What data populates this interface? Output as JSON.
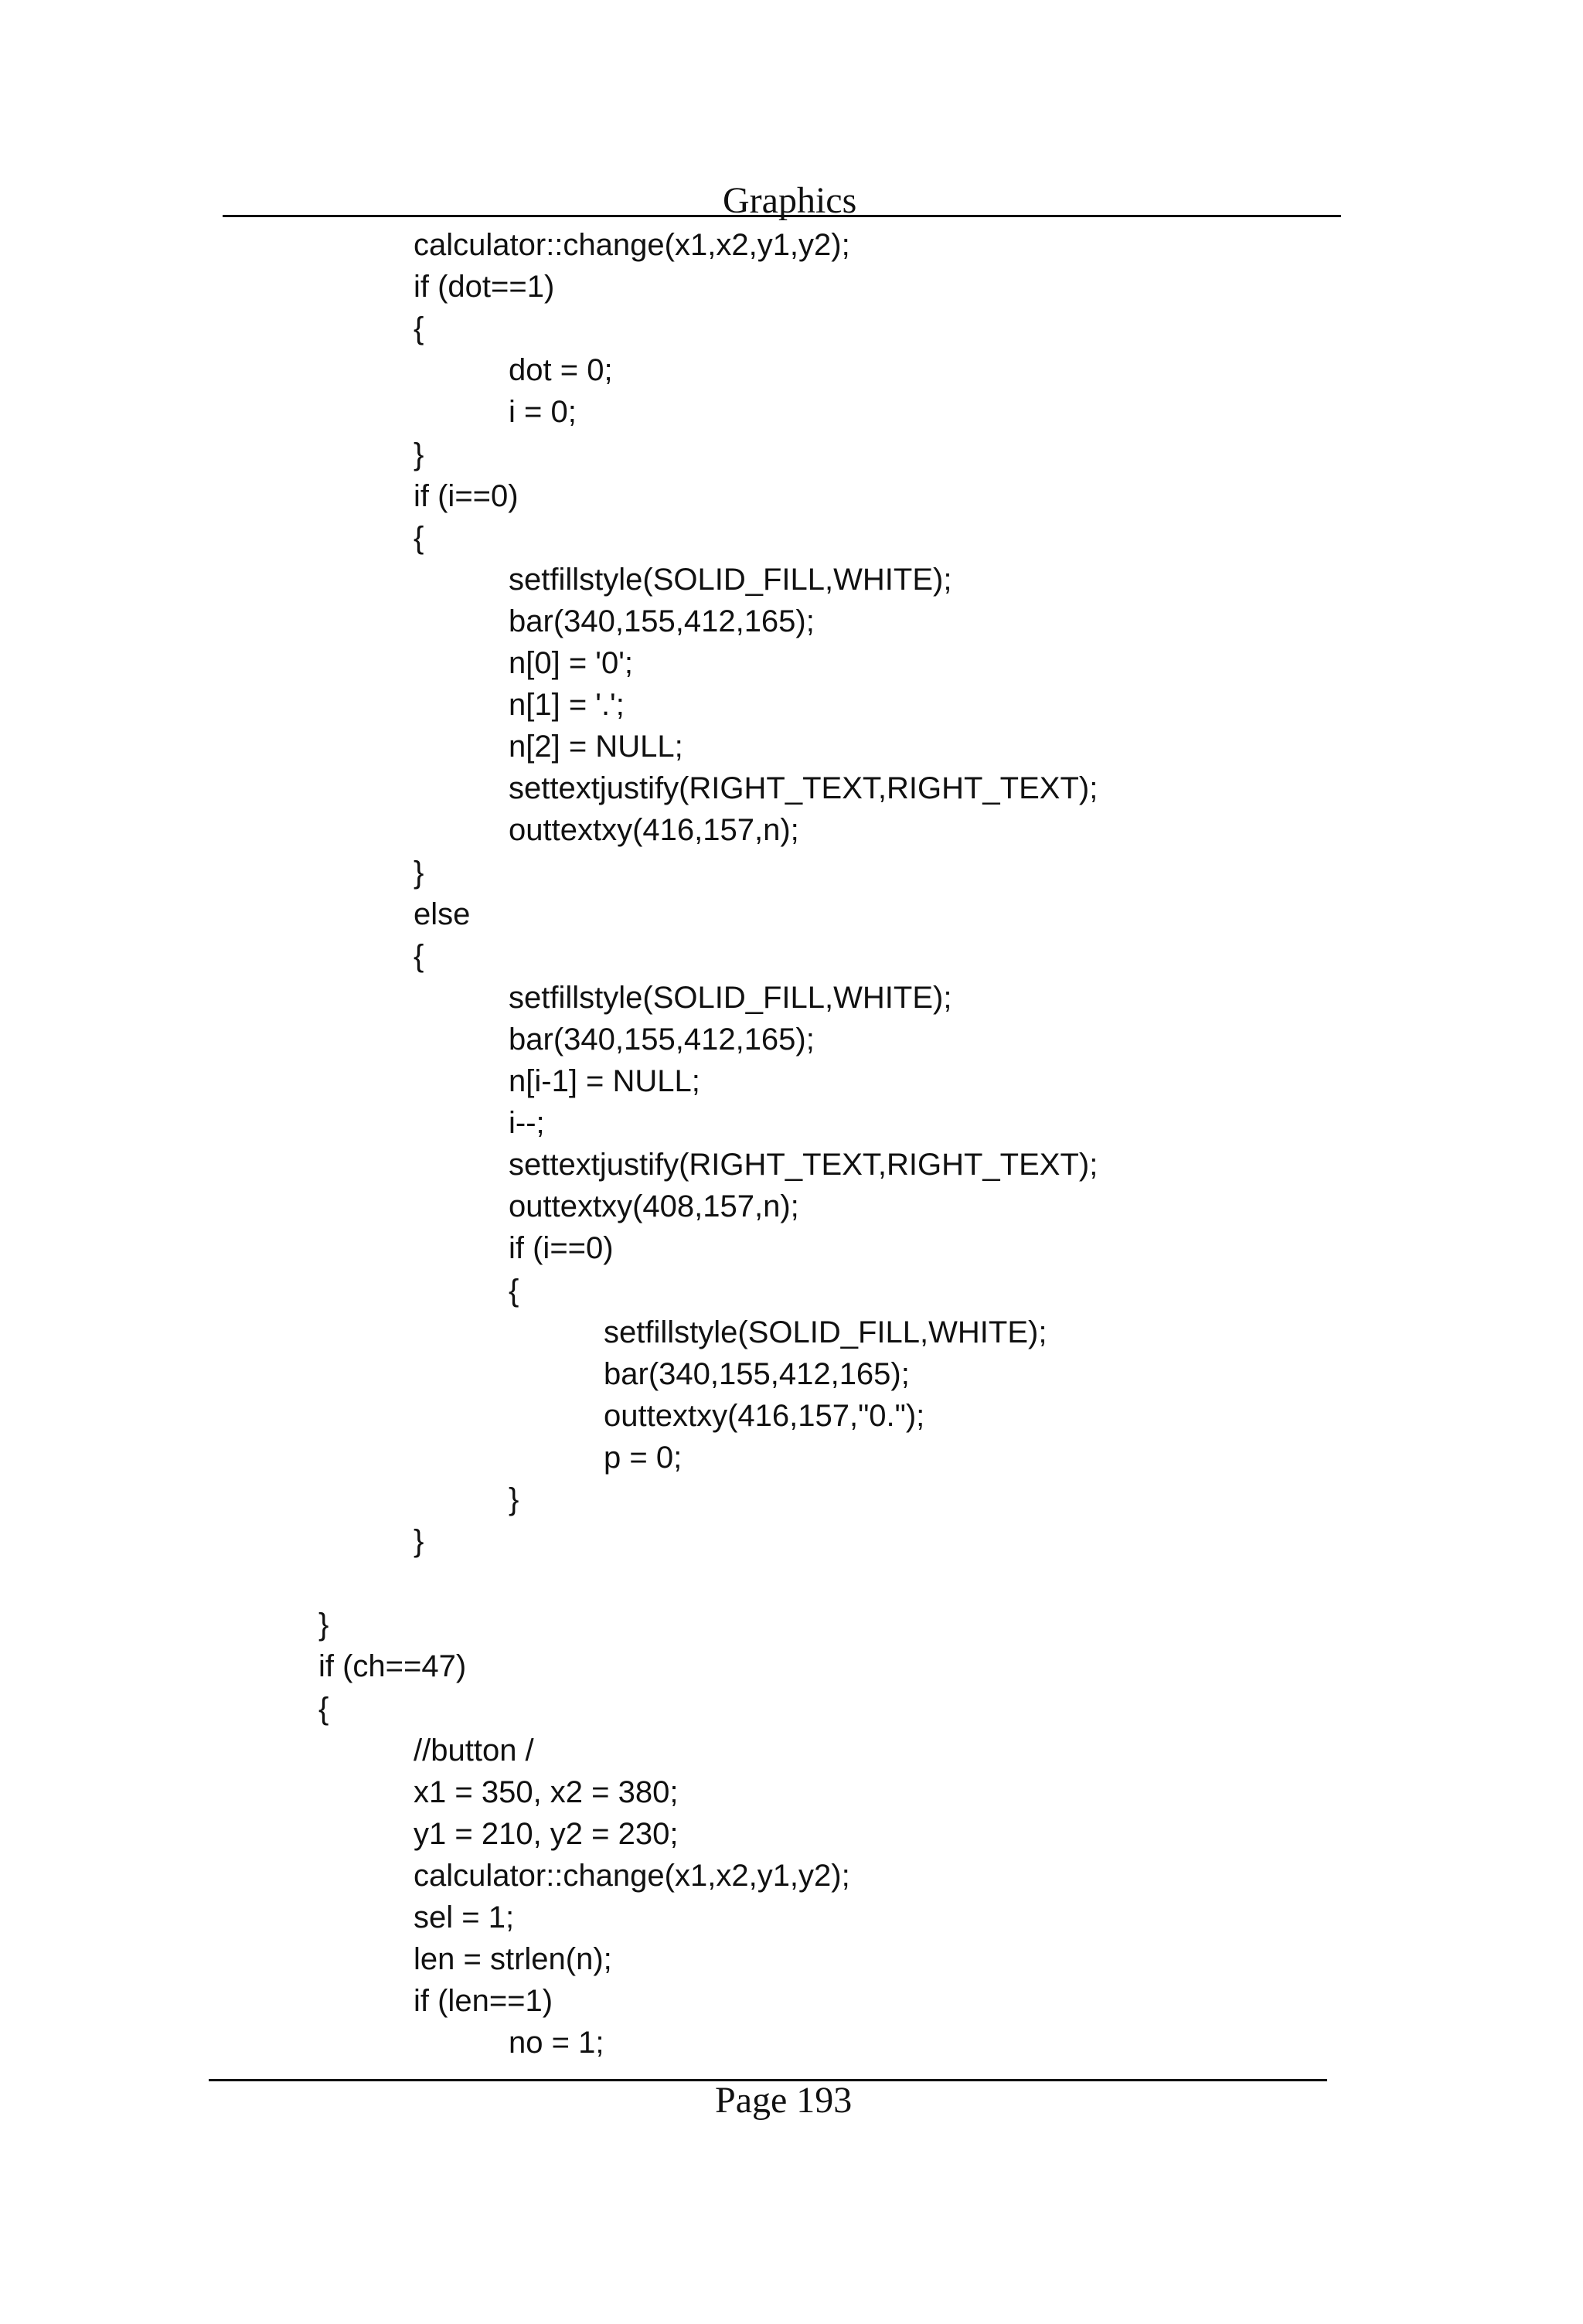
{
  "header": {
    "title": "Graphics"
  },
  "code_lines": [
    {
      "indent": 2,
      "text": "calculator::change(x1,x2,y1,y2);"
    },
    {
      "indent": 2,
      "text": "if (dot==1)"
    },
    {
      "indent": 2,
      "text": "{"
    },
    {
      "indent": 3,
      "text": "dot = 0;"
    },
    {
      "indent": 3,
      "text": "i = 0;"
    },
    {
      "indent": 2,
      "text": "}"
    },
    {
      "indent": 2,
      "text": "if (i==0)"
    },
    {
      "indent": 2,
      "text": "{"
    },
    {
      "indent": 3,
      "text": "setfillstyle(SOLID_FILL,WHITE);"
    },
    {
      "indent": 3,
      "text": "bar(340,155,412,165);"
    },
    {
      "indent": 3,
      "text": "n[0] = '0';"
    },
    {
      "indent": 3,
      "text": "n[1] = '.';"
    },
    {
      "indent": 3,
      "text": "n[2] = NULL;"
    },
    {
      "indent": 3,
      "text": "settextjustify(RIGHT_TEXT,RIGHT_TEXT);"
    },
    {
      "indent": 3,
      "text": "outtextxy(416,157,n);"
    },
    {
      "indent": 2,
      "text": "}"
    },
    {
      "indent": 2,
      "text": "else"
    },
    {
      "indent": 2,
      "text": "{"
    },
    {
      "indent": 3,
      "text": "setfillstyle(SOLID_FILL,WHITE);"
    },
    {
      "indent": 3,
      "text": "bar(340,155,412,165);"
    },
    {
      "indent": 3,
      "text": "n[i-1] = NULL;"
    },
    {
      "indent": 3,
      "text": "i--;"
    },
    {
      "indent": 3,
      "text": "settextjustify(RIGHT_TEXT,RIGHT_TEXT);"
    },
    {
      "indent": 3,
      "text": "outtextxy(408,157,n);"
    },
    {
      "indent": 3,
      "text": "if (i==0)"
    },
    {
      "indent": 3,
      "text": "{"
    },
    {
      "indent": 4,
      "text": "setfillstyle(SOLID_FILL,WHITE);"
    },
    {
      "indent": 4,
      "text": "bar(340,155,412,165);"
    },
    {
      "indent": 4,
      "text": "outtextxy(416,157,\"0.\");"
    },
    {
      "indent": 4,
      "text": "p = 0;"
    },
    {
      "indent": 3,
      "text": "}"
    },
    {
      "indent": 2,
      "text": "}"
    },
    {
      "indent": 2,
      "text": ""
    },
    {
      "indent": 1,
      "text": "}"
    },
    {
      "indent": 1,
      "text": "if (ch==47)"
    },
    {
      "indent": 1,
      "text": "{"
    },
    {
      "indent": 2,
      "text": "//button /"
    },
    {
      "indent": 2,
      "text": "x1 = 350, x2 = 380;"
    },
    {
      "indent": 2,
      "text": "y1 = 210, y2 = 230;"
    },
    {
      "indent": 2,
      "text": "calculator::change(x1,x2,y1,y2);"
    },
    {
      "indent": 2,
      "text": "sel = 1;"
    },
    {
      "indent": 2,
      "text": "len = strlen(n);"
    },
    {
      "indent": 2,
      "text": "if (len==1)"
    },
    {
      "indent": 3,
      "text": "no = 1;"
    }
  ],
  "footer": {
    "page_label": "Page 193"
  }
}
